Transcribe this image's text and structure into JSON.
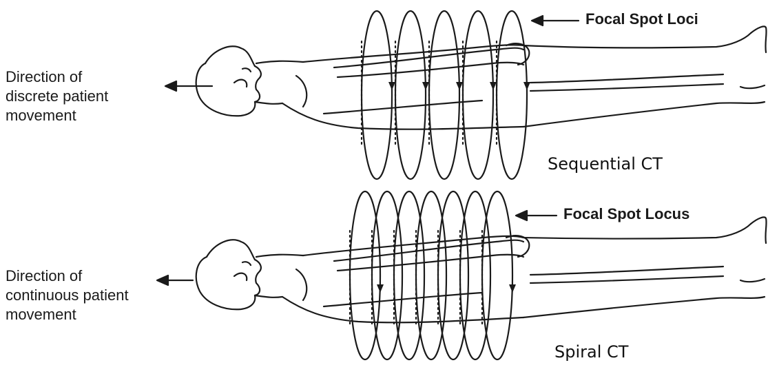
{
  "sequential": {
    "direction_lines": [
      "Direction of",
      "discrete patient",
      "movement"
    ],
    "loci_label": "Focal Spot Loci",
    "caption": "Sequential CT"
  },
  "spiral": {
    "direction_lines": [
      "Direction of",
      "continuous patient",
      "movement"
    ],
    "loci_label": "Focal Spot Locus",
    "caption": "Spiral CT"
  },
  "colors": {
    "ink": "#1a1a1a",
    "background": "#ffffff"
  }
}
